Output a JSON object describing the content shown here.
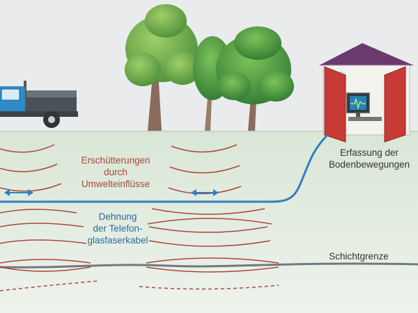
{
  "labels": {
    "vibrations": [
      "Erschütterungen",
      "durch",
      "Umwelteinflüsse"
    ],
    "strain": [
      "Dehnung",
      "der Telefon-",
      "glasfaserkabel"
    ],
    "detection": [
      "Erfassung der",
      "Bodenbewegungen"
    ],
    "layer_boundary": "Schichtgrenze"
  },
  "colors": {
    "sky": "#e9ebec",
    "ground": "#e3ece2",
    "cable": "#2d7fc1",
    "wave": "#a8473a",
    "layer_line": "#6f7a80",
    "house_roof": "#6b3a6e",
    "house_door": "#c83a35",
    "truck_cab": "#2f8cc6"
  },
  "icons": [
    "truck-icon",
    "tree-icon",
    "monitoring-station-icon",
    "monitor-icon",
    "double-arrow-icon"
  ]
}
